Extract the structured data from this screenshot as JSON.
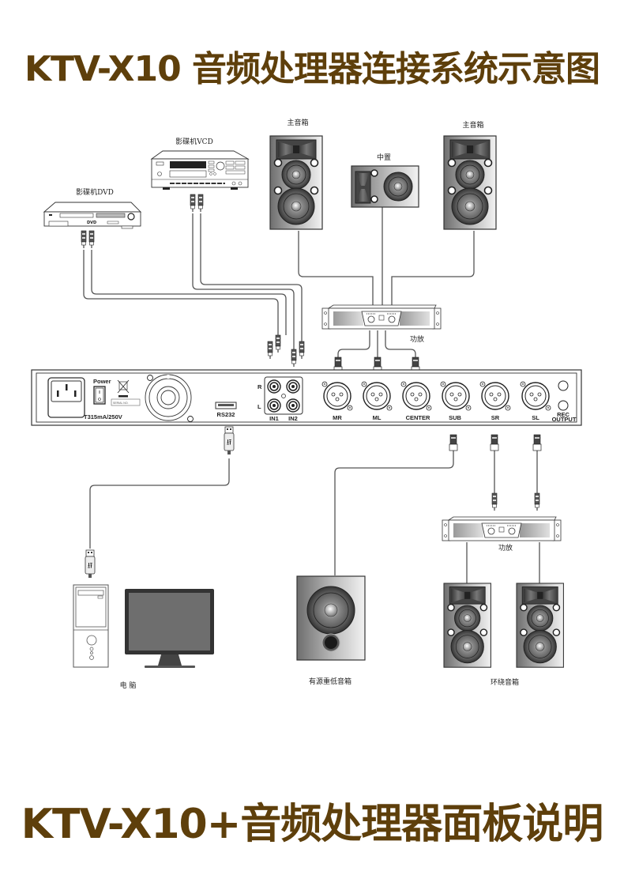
{
  "header": {
    "title": "KTV-X10 音频处理器连接系统示意图"
  },
  "footer": {
    "title": "KTV-X10+音频处理器面板说明"
  },
  "devices": {
    "dvd_player": "影碟机DVD",
    "vcd_player": "影碟机VCD",
    "dvd_badge": "DVD",
    "main_speaker_left": "主音箱",
    "main_speaker_right": "主音箱",
    "center_speaker": "中置",
    "main_amp": "功放",
    "surround_amp": "功放",
    "computer": "电 脑",
    "subwoofer": "有源重低音箱",
    "surround_speakers": "环绕音箱"
  },
  "panel": {
    "power_label": "Power",
    "fuse_label": "T315mA/250V",
    "serial_label": "SERIAL NO.",
    "rs232_label": "RS232",
    "input_r": "R",
    "input_l": "L",
    "in1": "IN1",
    "in2": "IN2",
    "outputs": [
      "MR",
      "ML",
      "CENTER",
      "SUB",
      "SR",
      "SL"
    ],
    "rec_label": "REC",
    "output_label": "OUTPUT"
  },
  "colors": {
    "title": "#5e3f0b",
    "line": "#555555"
  }
}
